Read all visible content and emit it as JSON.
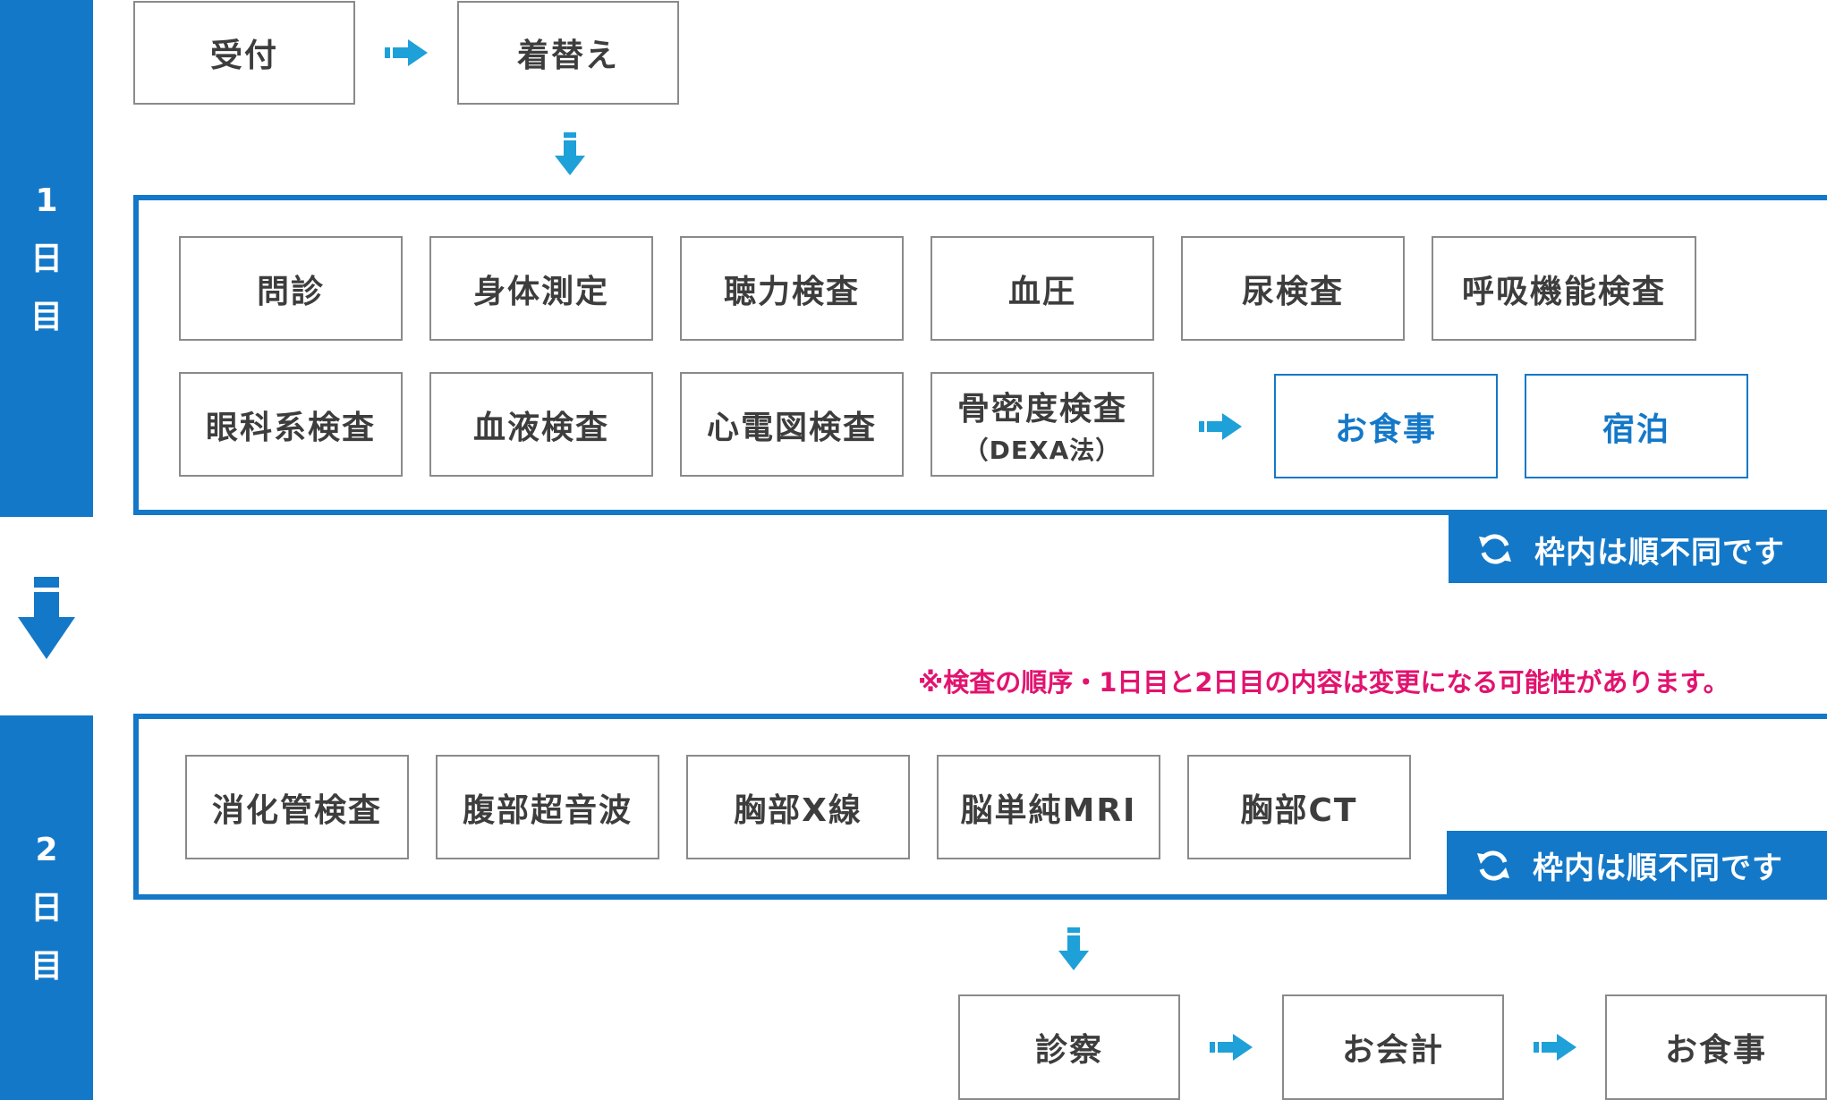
{
  "colors": {
    "accent": "#1478c8",
    "arrow": "#1ea0d8",
    "note": "#e2136f",
    "border": "#8a8a8a",
    "text": "#3d3d3d"
  },
  "day1": {
    "label": [
      "1",
      "日",
      "目"
    ]
  },
  "day2": {
    "label": [
      "2",
      "日",
      "目"
    ]
  },
  "top_flow": {
    "reception": "受付",
    "changing": "着替え"
  },
  "day1_exams": {
    "row1": [
      "問診",
      "身体測定",
      "聴力検査",
      "血圧",
      "尿検査",
      "呼吸機能検査"
    ],
    "row2": [
      "眼科系検査",
      "血液検査",
      "心電図検査"
    ],
    "bone": {
      "title": "骨密度検査",
      "sub": "（DEXA法）"
    },
    "meal": "お食事",
    "stay": "宿泊"
  },
  "random_order_tag": "枠内は順不同です",
  "note": "※検査の順序・1日目と2日目の内容は変更になる可能性があります。",
  "day2_exams": [
    "消化管検査",
    "腹部超音波",
    "胸部X線",
    "脳単純MRI",
    "胸部CT"
  ],
  "final_flow": {
    "consultation": "診察",
    "payment": "お会計",
    "meal": "お食事"
  },
  "icons": {
    "arrow_right": "arrow-right-icon",
    "arrow_down": "arrow-down-icon",
    "refresh": "refresh-icon"
  }
}
